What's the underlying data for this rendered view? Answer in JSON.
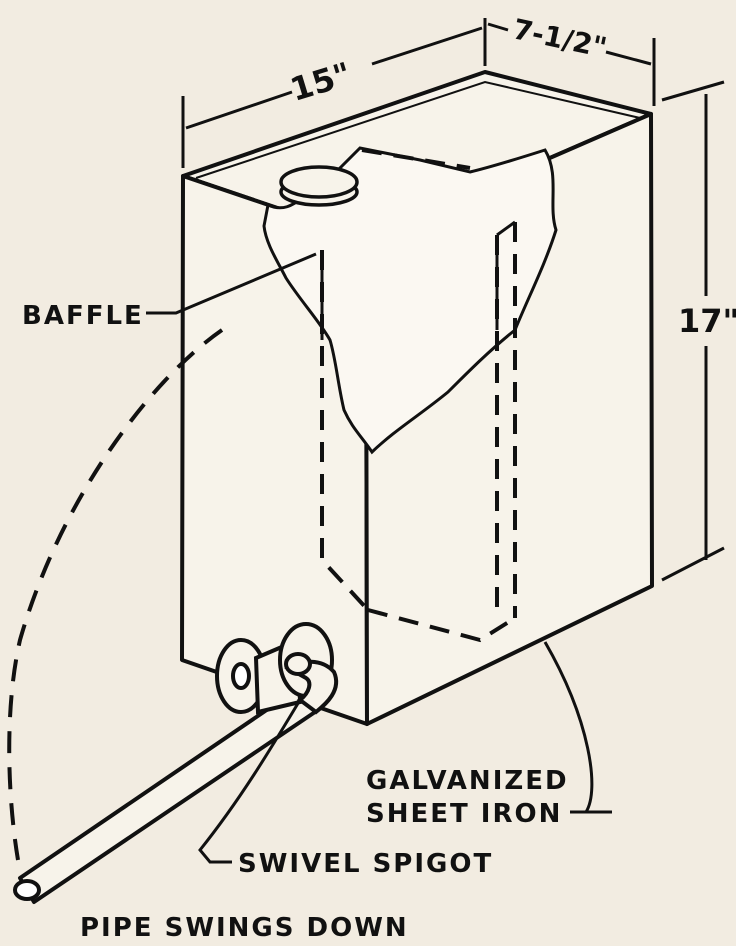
{
  "dimensions": {
    "width": "15\"",
    "depth": "7-1/2\"",
    "height": "17\""
  },
  "labels": {
    "baffle": "BAFFLE",
    "material_line1": "GALVANIZED",
    "material_line2": "SHEET IRON",
    "spigot": "SWIVEL SPIGOT",
    "pipe": "PIPE SWINGS DOWN"
  },
  "colors": {
    "paper": "#f2ece1",
    "ink": "#111111",
    "tank_face": "#f7f3ea"
  }
}
